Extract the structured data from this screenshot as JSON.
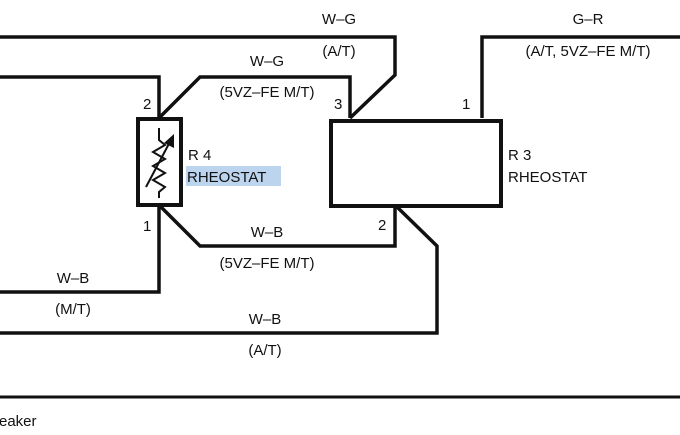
{
  "wires": {
    "wg_at": {
      "color": "W–G",
      "note": "(A/T)"
    },
    "wg_5vz": {
      "color": "W–G",
      "note": "(5VZ–FE M/T)"
    },
    "gr_top": {
      "color": "G–R",
      "note": "(A/T, 5VZ–FE M/T)"
    },
    "wb_5vz": {
      "color": "W–B",
      "note": "(5VZ–FE M/T)"
    },
    "wb_mt": {
      "color": "W–B",
      "note": "(M/T)"
    },
    "wb_at": {
      "color": "W–B",
      "note": "(A/T)"
    }
  },
  "r4": {
    "label": "R 4",
    "name": "RHEOSTAT",
    "name_highlight": "#bcd4ee",
    "pin_top": "2",
    "pin_bottom": "1"
  },
  "r3": {
    "label": "R 3",
    "name": "RHEOSTAT",
    "pin_3": "3",
    "pin_1": "1",
    "pin_2": "2"
  },
  "footer": {
    "text": "eaker"
  }
}
